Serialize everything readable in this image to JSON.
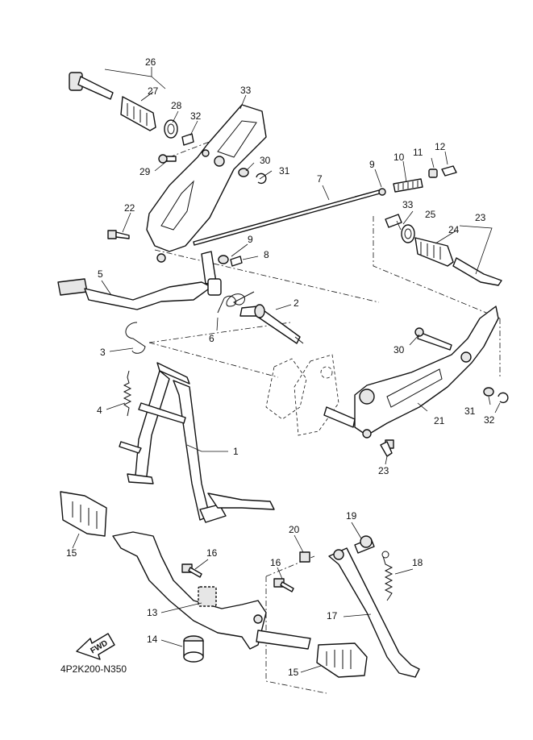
{
  "diagram": {
    "code": "4P2K200-N350",
    "fwd_text": "FWD",
    "callouts": [
      "1",
      "2",
      "3",
      "4",
      "5",
      "6",
      "7",
      "8",
      "9",
      "9",
      "10",
      "11",
      "12",
      "13",
      "14",
      "15",
      "15",
      "16",
      "16",
      "17",
      "18",
      "19",
      "20",
      "21",
      "22",
      "23",
      "23",
      "24",
      "25",
      "26",
      "27",
      "28",
      "29",
      "30",
      "30",
      "31",
      "31",
      "32",
      "32",
      "33",
      "33"
    ]
  }
}
